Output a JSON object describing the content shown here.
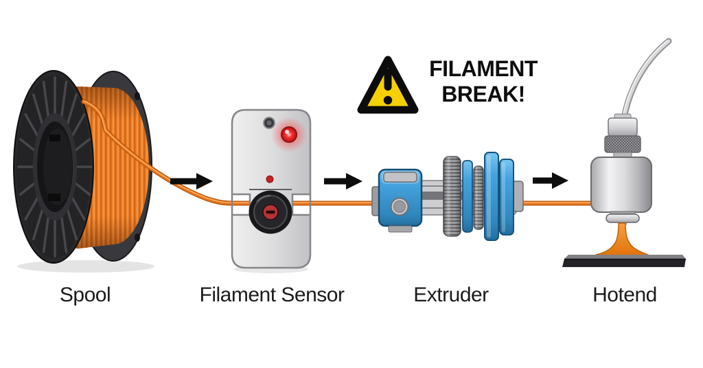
{
  "diagram": {
    "background": "#ffffff",
    "warning": {
      "line1": "FILAMENT",
      "line2": "BREAK!",
      "icon": "warning-triangle-icon",
      "triangle_fill": "#f5d004",
      "triangle_border": "#0c0c0c"
    },
    "components": [
      {
        "id": "spool",
        "label": "Spool"
      },
      {
        "id": "filament-sensor",
        "label": "Filament Sensor"
      },
      {
        "id": "extruder",
        "label": "Extruder"
      },
      {
        "id": "hotend",
        "label": "Hotend"
      }
    ],
    "flow_arrows": {
      "count": 3,
      "icon": "arrow-right-icon",
      "color": "#0d0d0d"
    },
    "colors": {
      "filament": "#e8761c",
      "filament_dark": "#b5540c",
      "filament_light": "#ffa65e",
      "spool_flange": "#28282b",
      "spool_spokes": "#47474c",
      "sensor_body": "#dededf",
      "sensor_led_red": "#e31e1e",
      "extruder_blue": "#42a0dc",
      "gear_gray": "#9a9a9e",
      "metal_light": "#e9e9eb",
      "metal_dark": "#8f8f93",
      "print_bed": "#232327",
      "label_text": "#1b1b1d"
    }
  }
}
